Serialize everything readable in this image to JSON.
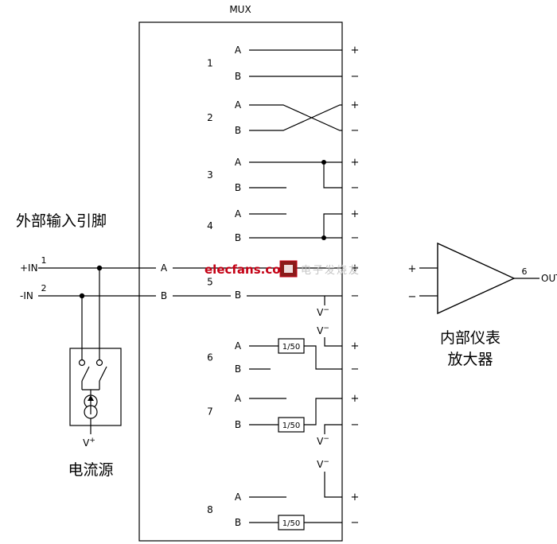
{
  "title": "MUX",
  "watermark": {
    "brand": "elecfans.com",
    "cn_text": "电子发烧友"
  },
  "external": {
    "heading": "外部输入引脚",
    "pin_plus_label": "+IN",
    "pin_plus_number": "1",
    "pin_plus_net": "A",
    "pin_minus_label": "-IN",
    "pin_minus_number": "2",
    "pin_minus_net": "B",
    "supply_base": "V",
    "supply_sup": "+",
    "current_source_label": "电流源"
  },
  "mux": {
    "attenuator_label": "1/50",
    "terminal_plus": "+",
    "terminal_minus": "−",
    "v_base": "V",
    "v_sup": "−",
    "channels": [
      {
        "number": "1",
        "a": "A",
        "b": "B"
      },
      {
        "number": "2",
        "a": "A",
        "b": "B"
      },
      {
        "number": "3",
        "a": "A",
        "b": "B"
      },
      {
        "number": "4",
        "a": "A",
        "b": "B"
      },
      {
        "number": "5",
        "a": "A",
        "b": "B"
      },
      {
        "number": "6",
        "a": "A",
        "b": "B"
      },
      {
        "number": "7",
        "a": "A",
        "b": "B"
      },
      {
        "number": "8",
        "a": "A",
        "b": "B"
      }
    ]
  },
  "amplifier": {
    "input_plus": "+",
    "input_minus": "−",
    "output_pin": "6",
    "output_label": "OUT",
    "caption_line1": "内部仪表",
    "caption_line2": "放大器"
  }
}
